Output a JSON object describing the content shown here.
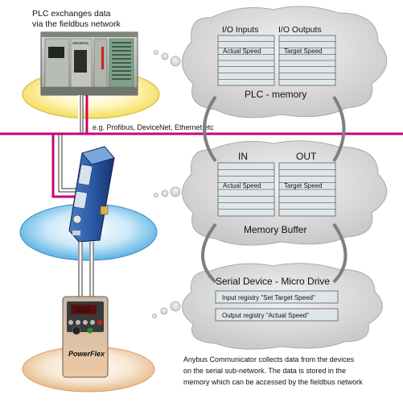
{
  "plc": {
    "caption_line1": "PLC exchanges data",
    "caption_line2": "via the fieldbus network",
    "brand": "SIEMENS"
  },
  "fieldbus_label": "e.g. Profibus, DeviceNet, Ethernet etc",
  "plc_memory": {
    "title": "PLC - memory",
    "col_left": "I/O Inputs",
    "col_right": "I/O Outputs",
    "cell_left": "Actual Speed",
    "cell_right": "Target Speed"
  },
  "memory_buffer": {
    "title": "Memory Buffer",
    "col_left": "IN",
    "col_right": "OUT",
    "cell_left": "Actual Speed",
    "cell_right": "Target Speed"
  },
  "serial_device": {
    "title": "Serial Device - Micro Drive",
    "input_registry": "Input registry \"Set Target Speed\"",
    "output_registry": "Output registry \"Actual Speed\""
  },
  "drive": {
    "display": "0000",
    "brand": "PowerFlex"
  },
  "footer": {
    "line1": "Anybus Communicator collects data from the devices",
    "line2": "on the serial sub-network. The data is stored in the",
    "line3": "memory which can be accessed by the fieldbus network"
  },
  "colors": {
    "fieldbus_line": "#cc0077",
    "plc_ellipse": "#fff3a8",
    "anybus_ellipse": "#9fd0ef",
    "drive_ellipse": "#f5dfc7",
    "cloud": "#e0e0e0",
    "memory_cell": "#dfe6ea"
  }
}
